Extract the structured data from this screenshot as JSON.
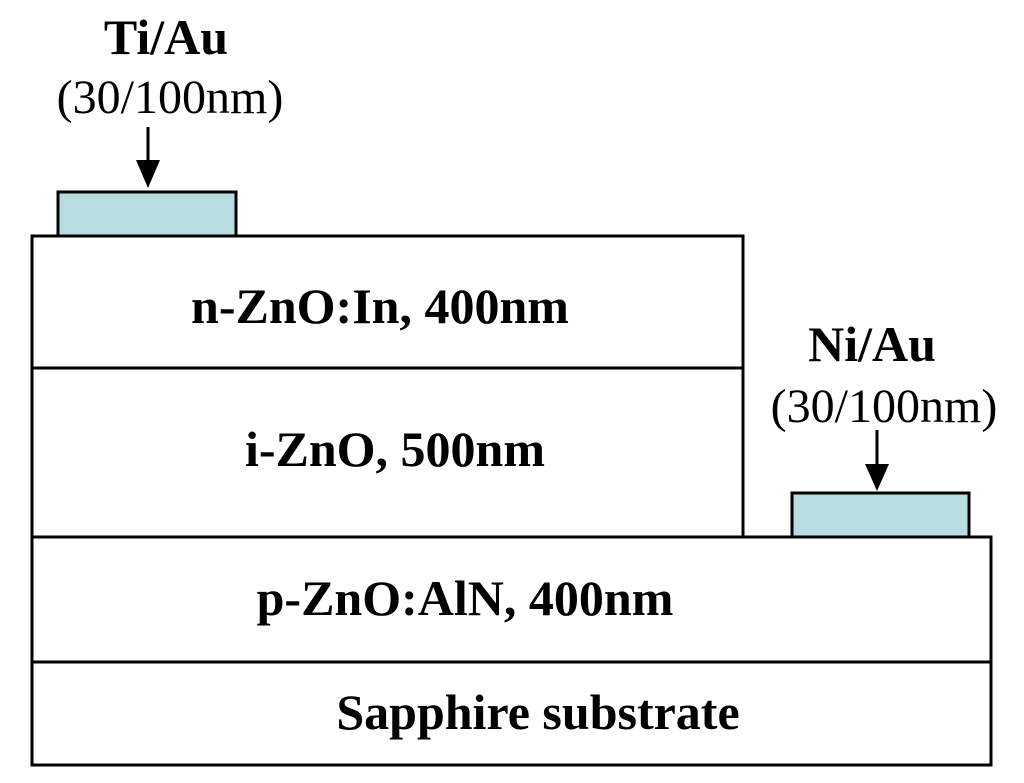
{
  "diagram": {
    "layers": {
      "n_zno": "n-ZnO:In, 400nm",
      "i_zno": "i-ZnO, 500nm",
      "p_zno": "p-ZnO:AlN, 400nm",
      "substrate": "Sapphire substrate"
    },
    "contacts": {
      "n_contact": {
        "metal": "Ti/Au",
        "thickness": "(30/100nm)"
      },
      "p_contact": {
        "metal": "Ni/Au",
        "thickness": "(30/100nm)"
      }
    },
    "colors": {
      "contact_fill": "#b7dde0",
      "layer_fill": "#ffffff",
      "outline": "#000000"
    }
  }
}
